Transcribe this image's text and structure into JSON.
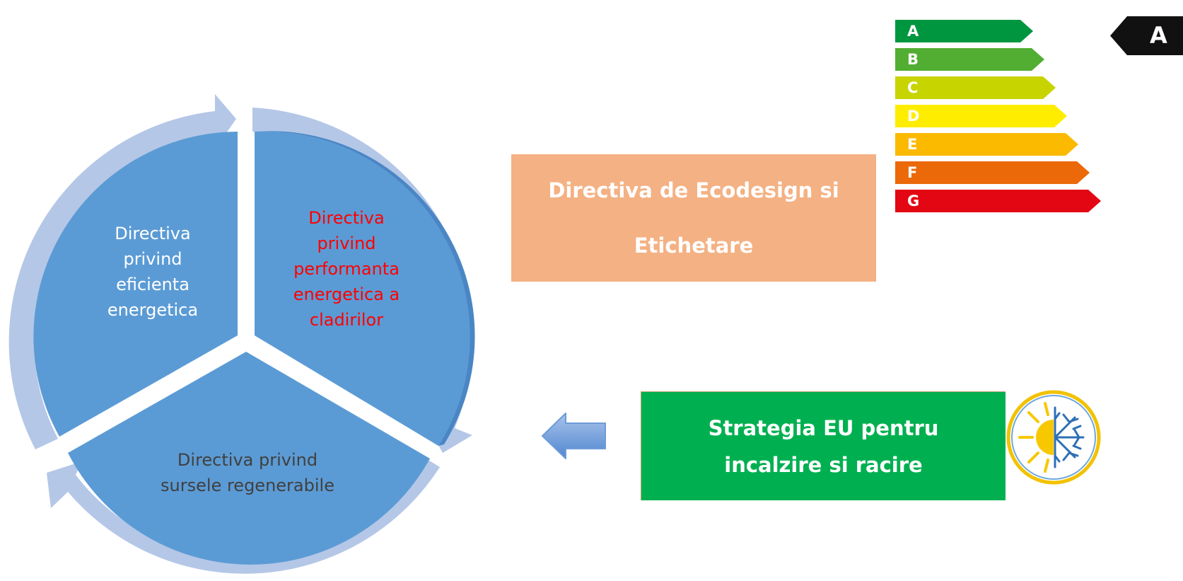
{
  "cycle": {
    "segments": [
      {
        "lines": [
          "Directiva",
          "privind",
          "eficienta",
          "energetica"
        ],
        "color": "#ffffff"
      },
      {
        "lines": [
          "Directiva",
          "privind",
          "performanta",
          "energetica a",
          "cladirilor"
        ],
        "color": "#ff0000"
      },
      {
        "lines": [
          "Directiva privind",
          "sursele regenerabile"
        ],
        "color": "#404040"
      }
    ]
  },
  "ecodesign_box": {
    "lines": [
      "Directiva de Ecodesign si",
      "Etichetare"
    ]
  },
  "energy_label": {
    "classes": [
      {
        "letter": "A",
        "color": "#00963f"
      },
      {
        "letter": "B",
        "color": "#52ae32"
      },
      {
        "letter": "C",
        "color": "#c8d400"
      },
      {
        "letter": "D",
        "color": "#ffed00"
      },
      {
        "letter": "E",
        "color": "#fbba00"
      },
      {
        "letter": "F",
        "color": "#eb6909"
      },
      {
        "letter": "G",
        "color": "#e30613"
      }
    ],
    "rating": "A"
  },
  "strategy_box": {
    "lines": [
      "Strategia EU pentru",
      "incalzire si racire"
    ]
  },
  "icons": {
    "heating_cooling": "sun-snowflake-icon",
    "arrow": "arrow-left-icon"
  },
  "colors": {
    "segment_fill": "#5b9bd5",
    "ring_arrow": "#b4c7e7",
    "ecodesign_fill": "#f4b183",
    "strategy_fill": "#00b050"
  }
}
